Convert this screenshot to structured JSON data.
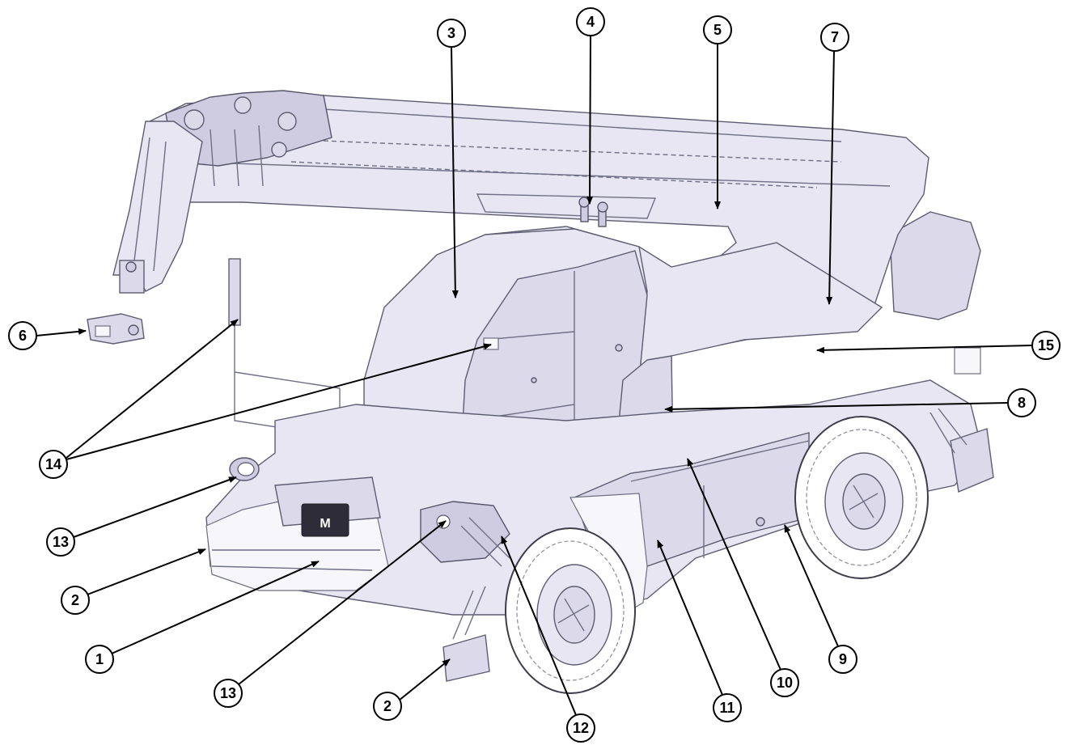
{
  "machine": {
    "badge_letter": "M"
  },
  "callouts": [
    {
      "id": "c6",
      "number": "6"
    },
    {
      "id": "c3",
      "number": "3"
    },
    {
      "id": "c4",
      "number": "4"
    },
    {
      "id": "c5",
      "number": "5"
    },
    {
      "id": "c7",
      "number": "7"
    },
    {
      "id": "c15",
      "number": "15"
    },
    {
      "id": "c8",
      "number": "8"
    },
    {
      "id": "c14",
      "number": "14"
    },
    {
      "id": "c13a",
      "number": "13"
    },
    {
      "id": "c2a",
      "number": "2"
    },
    {
      "id": "c1",
      "number": "1"
    },
    {
      "id": "c13b",
      "number": "13"
    },
    {
      "id": "c2b",
      "number": "2"
    },
    {
      "id": "c12",
      "number": "12"
    },
    {
      "id": "c11",
      "number": "11"
    },
    {
      "id": "c10",
      "number": "10"
    },
    {
      "id": "c9",
      "number": "9"
    }
  ]
}
